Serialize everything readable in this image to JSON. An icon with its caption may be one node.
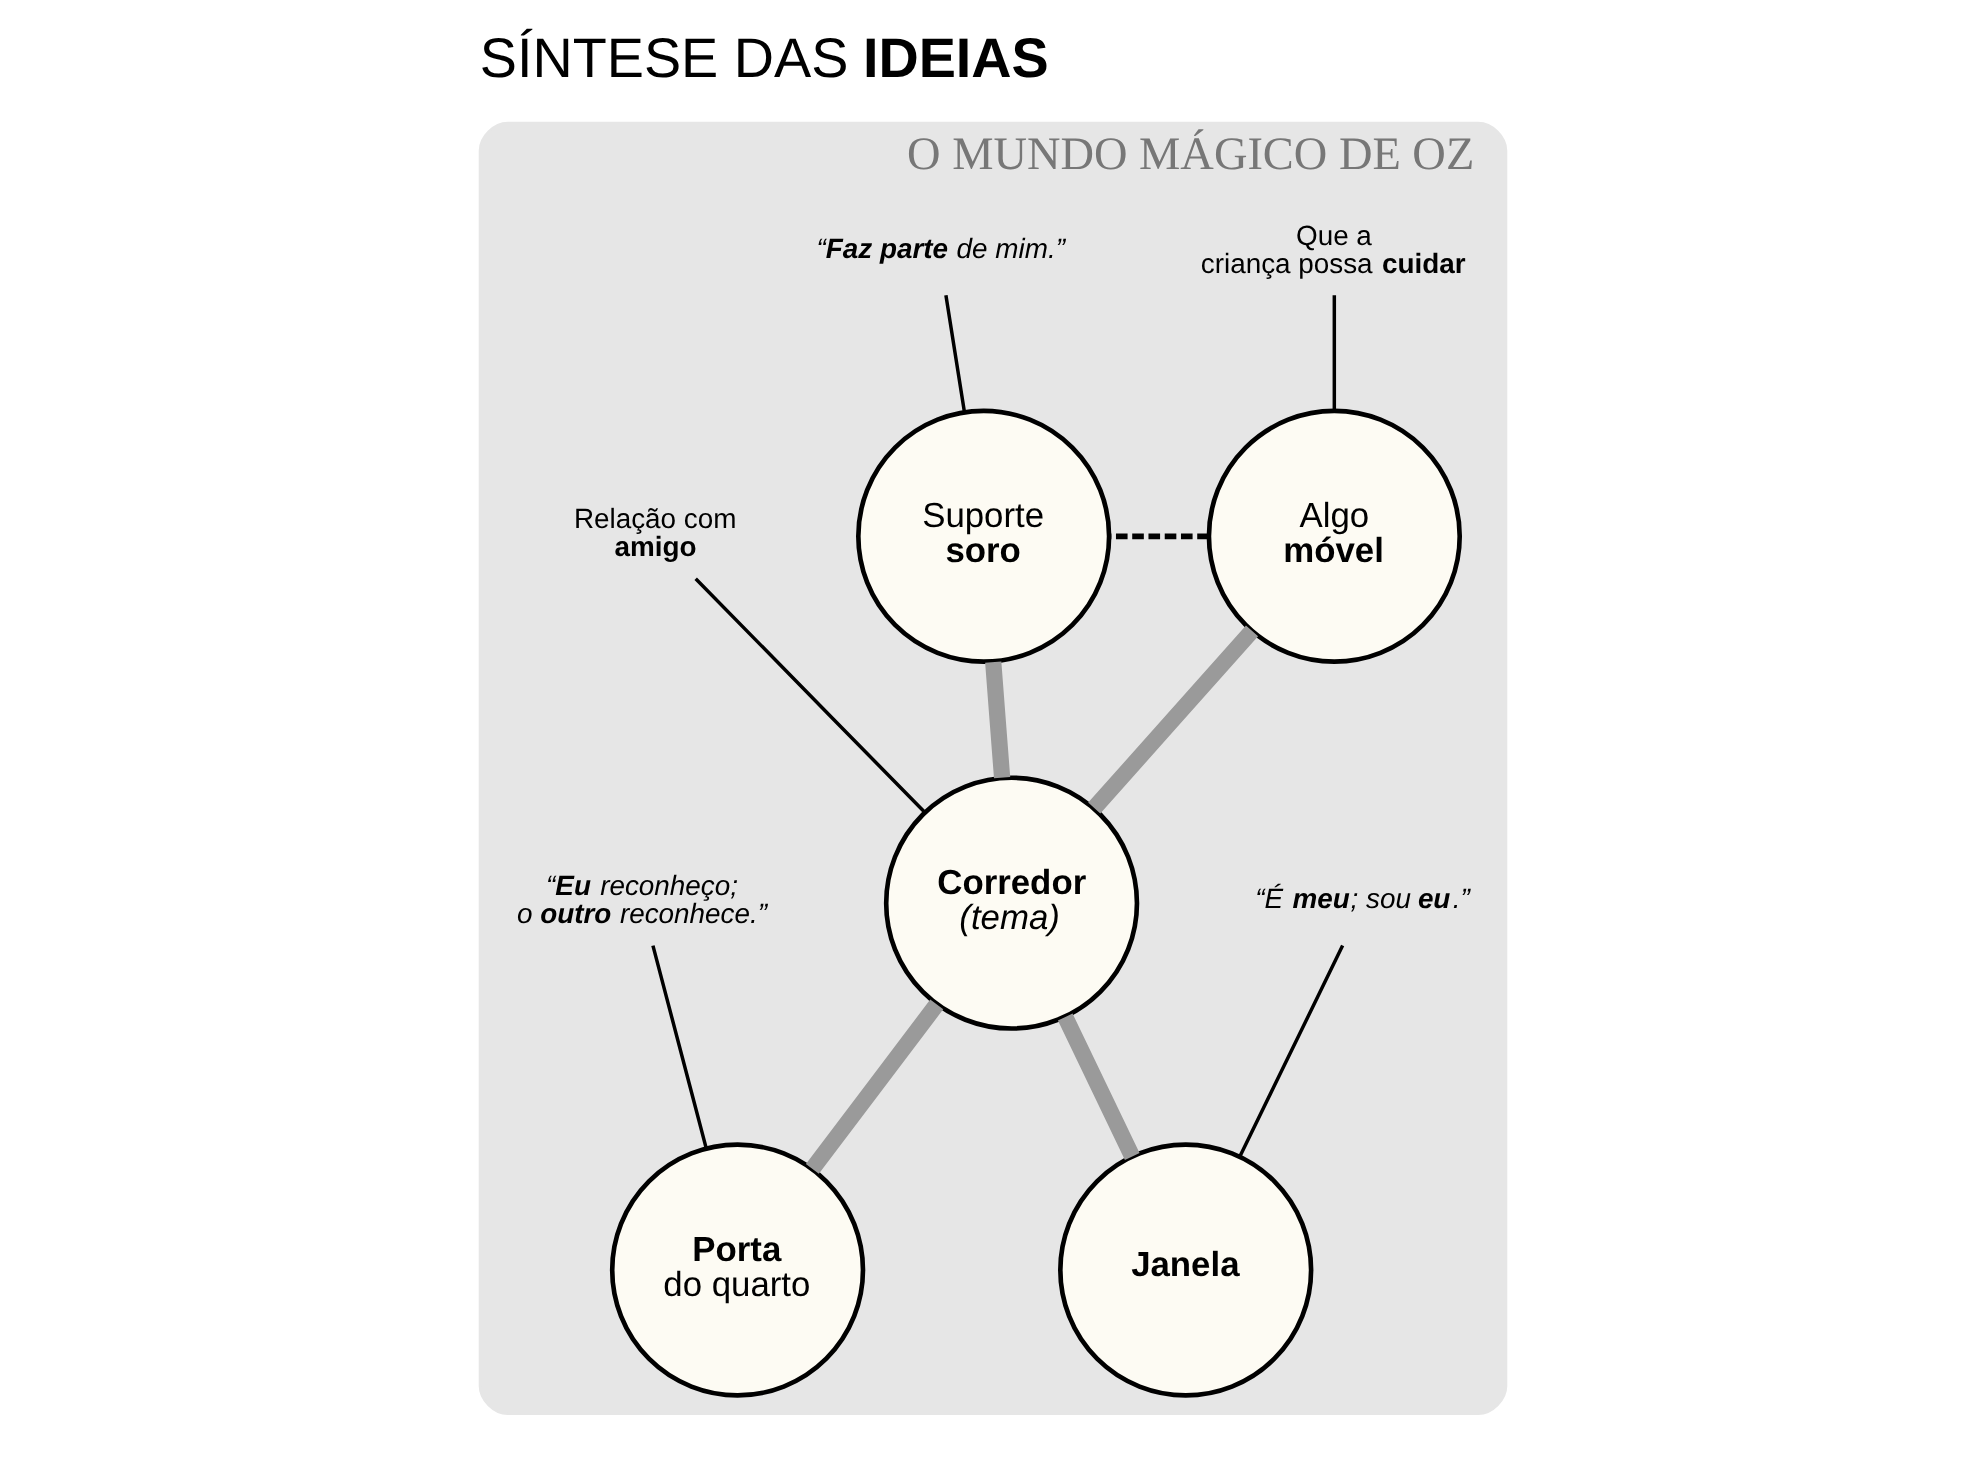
{
  "diagram": {
    "title": "SÍNTESE DAS **IDEIAS**",
    "nodes": [
      {
        "text": [
          "O MUNDO MÁGICO DE OZ"
        ]
      },
      {
        "text": [
          "Algo **móvel**"
        ],
        "in": 0
      },
      {
        "text": [
          "Suporte **soro**"
        ],
        "in": 0
      },
      {
        "text": [
          "**Corredor** *(tema)*"
        ],
        "in": 0
      },
      {
        "text": [
          "Janela"
        ],
        "in": 0
      },
      {
        "text": [
          "**Porta** do quarto"
        ],
        "in": 0
      },
      {
        "text": [
          "Que a criança possa **cuidar**"
        ],
        "in": 0
      },
      {
        "text": [
          "“**Faz parte** de mim.”"
        ],
        "in": 0
      },
      {
        "text": [
          "“É **meu**; sou **eu**.”"
        ],
        "in": 0
      },
      {
        "text": [
          "Relação com **amigo**"
        ],
        "in": 0
      },
      {
        "text": [
          "“**Eu** reconheço; o **outro** reconhece.”"
        ],
        "in": 0
      }
    ],
    "edges": [
      {
        "from": 1,
        "to": 3,
        "arrow": "none",
        "style": "thick",
        "color": "#9a9a9a"
      },
      {
        "from": 2,
        "to": 3,
        "arrow": "none",
        "style": "thick",
        "color": "#9a9a9a"
      },
      {
        "from": 3,
        "to": 4,
        "arrow": "none",
        "style": "thick",
        "color": "#9a9a9a"
      },
      {
        "from": 3,
        "to": 5,
        "arrow": "none",
        "style": "thick",
        "color": "#9a9a9a"
      },
      {
        "from": 1,
        "to": 2,
        "arrow": "none",
        "style": "dashed"
      },
      {
        "from": 6,
        "to": 1,
        "arrow": "none"
      },
      {
        "from": 7,
        "to": 2,
        "arrow": "none"
      },
      {
        "from": 8,
        "to": 4,
        "arrow": "none"
      },
      {
        "from": 9,
        "to": 3,
        "arrow": "none"
      },
      {
        "from": 10,
        "to": 5,
        "arrow": "none"
      }
    ]
  }
}
